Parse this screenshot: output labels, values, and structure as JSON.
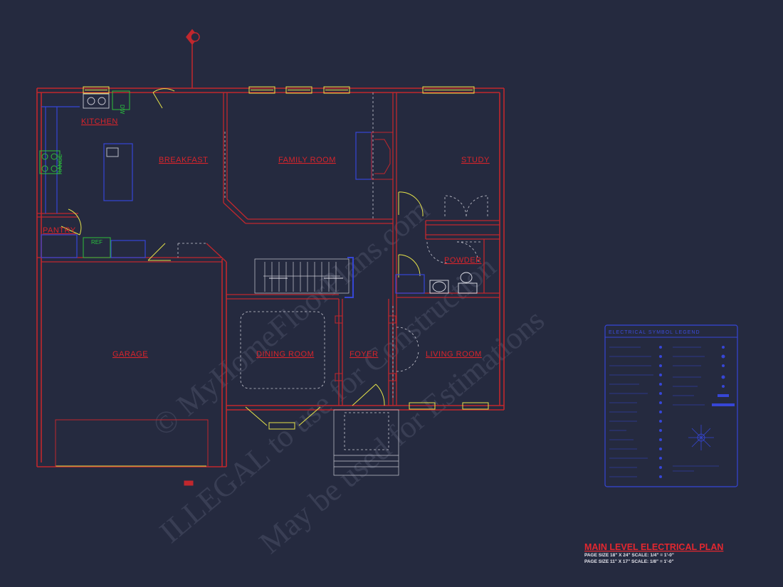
{
  "rooms": {
    "kitchen": "KITCHEN",
    "breakfast": "BREAKFAST",
    "family_room": "FAMILY ROOM",
    "study": "STUDY",
    "pantry": "PANTRY",
    "powder": "POWDER",
    "garage": "GARAGE",
    "dining_room": "DINING ROOM",
    "foyer": "FOYER",
    "living_room": "LIVING ROOM"
  },
  "appliances": {
    "range": "RANGE",
    "ref": "REF",
    "dw": "DW"
  },
  "watermarks": [
    "© MyHomeFloorPlans.com",
    "ILLEGAL to use for Construction",
    "May be used for Estimations"
  ],
  "legend": {
    "title": "ELECTRICAL SYMBOL LEGEND"
  },
  "title_block": {
    "title": "MAIN LEVEL ELECTRICAL PLAN",
    "line1": "PAGE SIZE 18\" X 24\"  SCALE: 1/4\" = 1'-0\"",
    "line2": "PAGE SIZE 11\" X 17\"  SCALE: 1/8\" = 1'-0\""
  },
  "colors": {
    "background": "#252a3f",
    "wall": "#c1272d",
    "window": "#e6e34a",
    "fixture": "#3646d6",
    "appliance": "#2fbf3a"
  }
}
